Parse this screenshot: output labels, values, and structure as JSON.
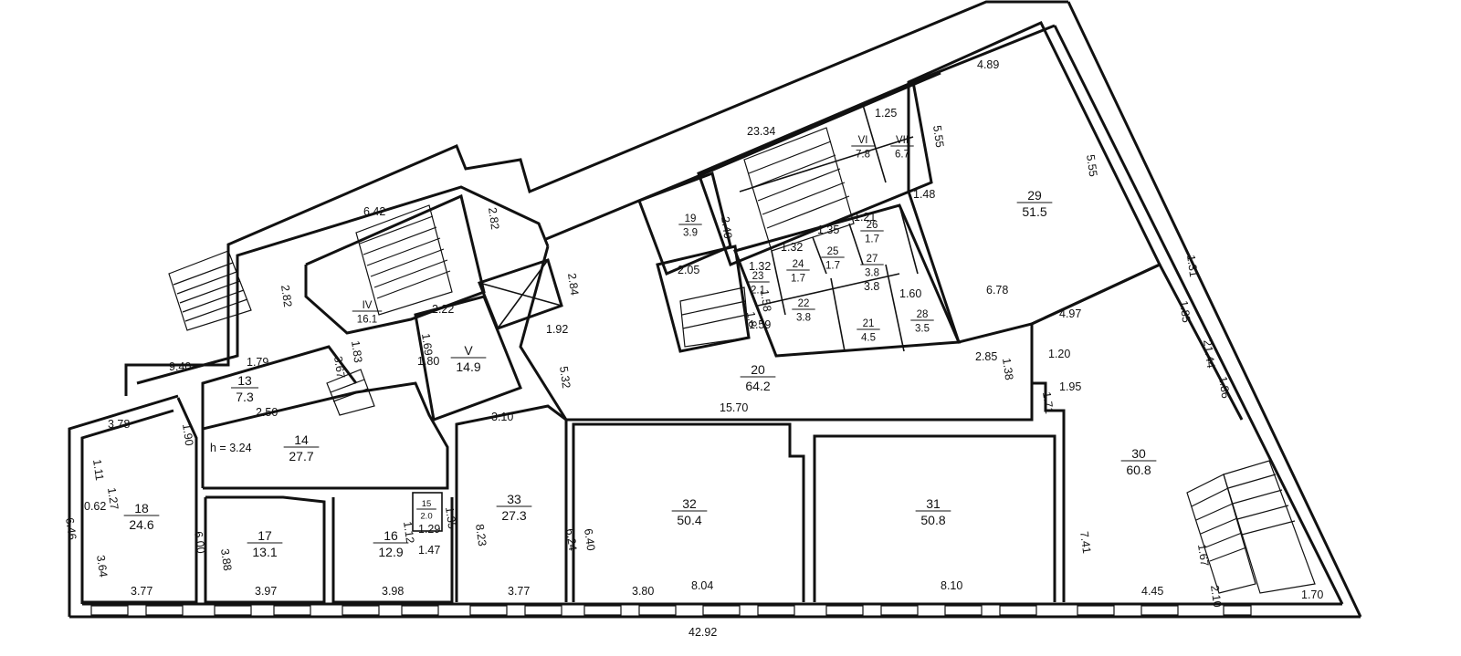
{
  "rooms": [
    {
      "id": "r29",
      "num": "29",
      "area": "51.5",
      "size": "n"
    },
    {
      "id": "r30",
      "num": "30",
      "area": "60.8",
      "size": "n"
    },
    {
      "id": "r31",
      "num": "31",
      "area": "50.8",
      "size": "n"
    },
    {
      "id": "r32",
      "num": "32",
      "area": "50.4",
      "size": "n"
    },
    {
      "id": "r33",
      "num": "33",
      "area": "27.3",
      "size": "n"
    },
    {
      "id": "r20",
      "num": "20",
      "area": "64.2",
      "size": "n"
    },
    {
      "id": "r14",
      "num": "14",
      "area": "27.7",
      "size": "n"
    },
    {
      "id": "r13",
      "num": "13",
      "area": "7.3",
      "size": "n"
    },
    {
      "id": "r18",
      "num": "18",
      "area": "24.6",
      "size": "n"
    },
    {
      "id": "r17",
      "num": "17",
      "area": "13.1",
      "size": "n"
    },
    {
      "id": "r16",
      "num": "16",
      "area": "12.9",
      "size": "n"
    },
    {
      "id": "r15",
      "num": "15",
      "area": "2.0",
      "size": "t"
    },
    {
      "id": "rIV",
      "num": "IV",
      "area": "16.1",
      "size": "s"
    },
    {
      "id": "rV",
      "num": "V",
      "area": "14.9",
      "size": "n"
    },
    {
      "id": "rVI",
      "num": "VI",
      "area": "7.8",
      "size": "s"
    },
    {
      "id": "rVII",
      "num": "VII",
      "area": "6.7",
      "size": "s"
    },
    {
      "id": "r19",
      "num": "19",
      "area": "3.9",
      "size": "s"
    },
    {
      "id": "r21",
      "num": "21",
      "area": "4.5",
      "size": "s"
    },
    {
      "id": "r22",
      "num": "22",
      "area": "3.8",
      "size": "s"
    },
    {
      "id": "r23",
      "num": "23",
      "area": "2.1",
      "size": "s"
    },
    {
      "id": "r24",
      "num": "24",
      "area": "1.7",
      "size": "s"
    },
    {
      "id": "r25",
      "num": "25",
      "area": "1.7",
      "size": "s"
    },
    {
      "id": "r26",
      "num": "26",
      "area": "1.7",
      "size": "s"
    },
    {
      "id": "r27",
      "num": "27",
      "area": "3.8",
      "size": "s"
    },
    {
      "id": "r28",
      "num": "28",
      "area": "3.5",
      "size": "s"
    }
  ],
  "dimensions": [
    {
      "id": "d1",
      "text": "4.89"
    },
    {
      "id": "d2",
      "text": "5.55"
    },
    {
      "id": "d3",
      "text": "5.55"
    },
    {
      "id": "d4",
      "text": "23.34"
    },
    {
      "id": "d5",
      "text": "1.25"
    },
    {
      "id": "d6",
      "text": "6.42"
    },
    {
      "id": "d7",
      "text": "2.82"
    },
    {
      "id": "d8",
      "text": "2.82"
    },
    {
      "id": "d9",
      "text": "2.40"
    },
    {
      "id": "d10",
      "text": "1.48"
    },
    {
      "id": "d11",
      "text": "1.21"
    },
    {
      "id": "d12",
      "text": "1.35"
    },
    {
      "id": "d13",
      "text": "1.32"
    },
    {
      "id": "d14",
      "text": "1.32"
    },
    {
      "id": "d15",
      "text": "1.31"
    },
    {
      "id": "d16",
      "text": "2.05"
    },
    {
      "id": "d17",
      "text": "2.84"
    },
    {
      "id": "d18",
      "text": "1.60"
    },
    {
      "id": "d19",
      "text": "6.78"
    },
    {
      "id": "d20",
      "text": "4.97"
    },
    {
      "id": "d21",
      "text": "1.85"
    },
    {
      "id": "d22",
      "text": "21.44"
    },
    {
      "id": "d23",
      "text": "2.22"
    },
    {
      "id": "d24",
      "text": "1.69"
    },
    {
      "id": "d25",
      "text": "1.92"
    },
    {
      "id": "d26",
      "text": "9.40"
    },
    {
      "id": "d27",
      "text": "1.79"
    },
    {
      "id": "d28",
      "text": "1.83"
    },
    {
      "id": "d29",
      "text": "3.67"
    },
    {
      "id": "d30",
      "text": "5.32"
    },
    {
      "id": "d31",
      "text": "1.80"
    },
    {
      "id": "d32",
      "text": "2.85"
    },
    {
      "id": "d33",
      "text": "1.20"
    },
    {
      "id": "d34",
      "text": "1.95"
    },
    {
      "id": "d35",
      "text": "1.86"
    },
    {
      "id": "d36",
      "text": "1.71"
    },
    {
      "id": "d37",
      "text": "15.70"
    },
    {
      "id": "d38",
      "text": "2.50"
    },
    {
      "id": "d39",
      "text": "3.78"
    },
    {
      "id": "d40",
      "text": "1.90"
    },
    {
      "id": "d41",
      "text": "3.10"
    },
    {
      "id": "d42",
      "text": "h = 3.24"
    },
    {
      "id": "d43",
      "text": "1.11"
    },
    {
      "id": "d44",
      "text": "1.27"
    },
    {
      "id": "d45",
      "text": "6.46"
    },
    {
      "id": "d46",
      "text": "0.62"
    },
    {
      "id": "d47",
      "text": "6.00"
    },
    {
      "id": "d48",
      "text": "3.64"
    },
    {
      "id": "d49",
      "text": "3.88"
    },
    {
      "id": "d50",
      "text": "1.12"
    },
    {
      "id": "d51",
      "text": "1.35"
    },
    {
      "id": "d52",
      "text": "1.29"
    },
    {
      "id": "d53",
      "text": "1.47"
    },
    {
      "id": "d54",
      "text": "8.23"
    },
    {
      "id": "d55",
      "text": "6.24"
    },
    {
      "id": "d56",
      "text": "6.40"
    },
    {
      "id": "d57",
      "text": "7.41"
    },
    {
      "id": "d58",
      "text": "1.67"
    },
    {
      "id": "d59",
      "text": "2.10"
    },
    {
      "id": "d60",
      "text": "3.77"
    },
    {
      "id": "d61",
      "text": "3.97"
    },
    {
      "id": "d62",
      "text": "3.98"
    },
    {
      "id": "d63",
      "text": "3.77"
    },
    {
      "id": "d64",
      "text": "3.80"
    },
    {
      "id": "d65",
      "text": "8.04"
    },
    {
      "id": "d66",
      "text": "8.10"
    },
    {
      "id": "d67",
      "text": "4.45"
    },
    {
      "id": "d68",
      "text": "1.70"
    },
    {
      "id": "d69",
      "text": "42.92"
    },
    {
      "id": "d70",
      "text": "1.38"
    },
    {
      "id": "d71",
      "text": "3.8"
    },
    {
      "id": "d72",
      "text": "1.8"
    },
    {
      "id": "d73",
      "text": "1.58"
    },
    {
      "id": "d74",
      "text": "1.59"
    }
  ]
}
